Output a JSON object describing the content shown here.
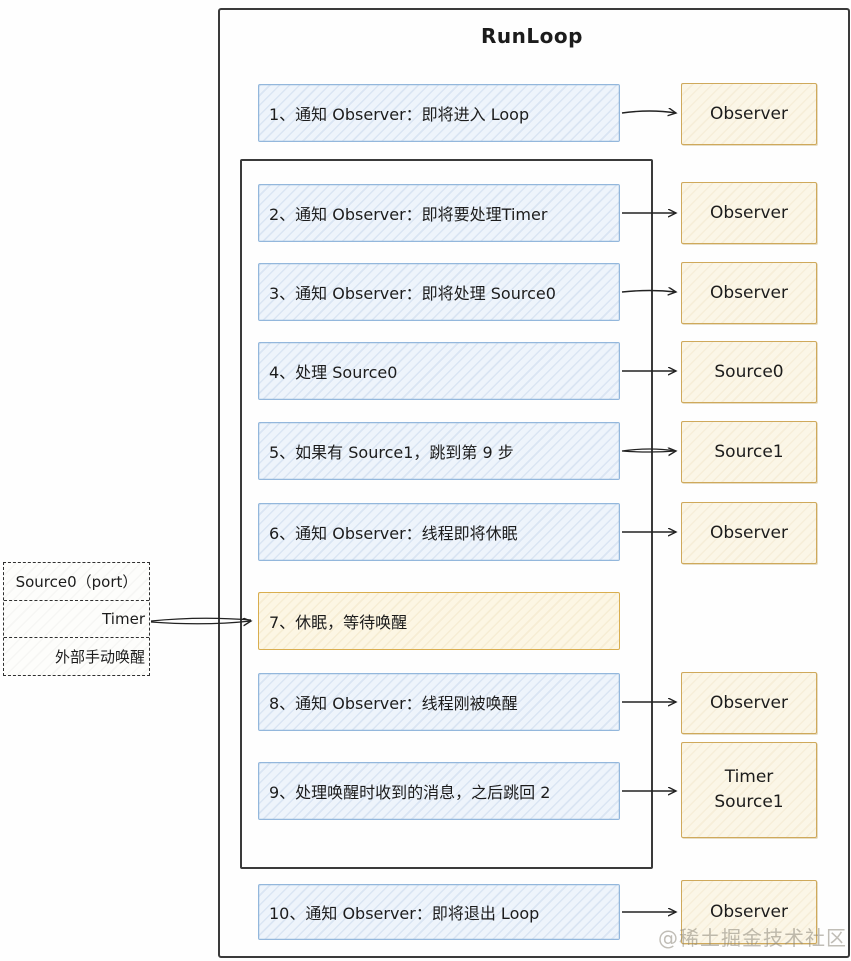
{
  "title": "RunLoop",
  "watermark": "@稀土掘金技术社区",
  "colors": {
    "step_blue_bg": "#eef4fb",
    "step_blue_border": "#93b7dc",
    "note_yellow_bg": "#fbf6e7",
    "note_yellow_border": "#cfa95b",
    "frame": "#3a3a3a"
  },
  "steps": [
    {
      "label": "1、通知 Observer：即将进入 Loop",
      "style": "blue",
      "target": "Observer"
    },
    {
      "label": "2、通知 Observer：即将要处理Timer",
      "style": "blue",
      "target": "Observer"
    },
    {
      "label": "3、通知 Observer：即将处理 Source0",
      "style": "blue",
      "target": "Observer"
    },
    {
      "label": "4、处理 Source0",
      "style": "blue",
      "target": "Source0"
    },
    {
      "label": "5、如果有 Source1，跳到第 9 步",
      "style": "blue",
      "target": "Source1"
    },
    {
      "label": "6、通知 Observer：线程即将休眠",
      "style": "blue",
      "target": "Observer"
    },
    {
      "label": "7、休眠，等待唤醒",
      "style": "yellow",
      "target": null
    },
    {
      "label": "8、通知 Observer：线程刚被唤醒",
      "style": "blue",
      "target": "Observer"
    },
    {
      "label": "9、处理唤醒时收到的消息，之后跳回 2",
      "style": "blue",
      "target": "Timer Source1"
    },
    {
      "label": "10、通知 Observer：即将退出 Loop",
      "style": "blue",
      "target": "Observer"
    }
  ],
  "right_boxes": [
    "Observer",
    "Observer",
    "Observer",
    "Source0",
    "Source1",
    "Observer",
    "Observer",
    "Timer\nSource1",
    "Observer"
  ],
  "left_panel": {
    "rows": [
      "Source0（port）",
      "Timer",
      "外部手动唤醒"
    ]
  }
}
